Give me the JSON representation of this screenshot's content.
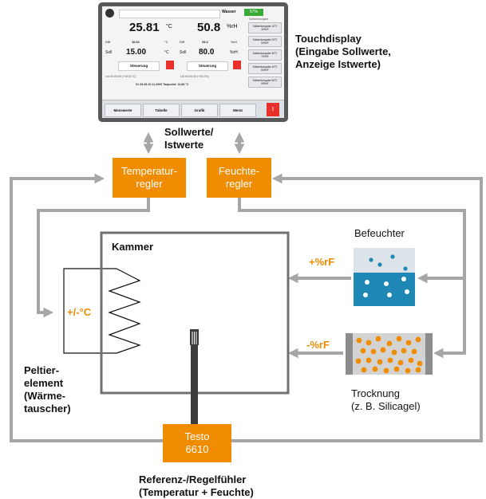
{
  "display": {
    "status_label": "Wasser",
    "status_value": "57%",
    "temp": {
      "value": "25.81",
      "unit": "°C",
      "diff_label": "Diff",
      "diff_value": "10.61",
      "diff_unit": "°C",
      "set_label": "Soll",
      "set_value": "15.00",
      "set_unit": "°C",
      "ctrl_label": "Steuerung",
      "extra": "Lfd  00:00:00   (+10.61°C)"
    },
    "humid": {
      "value": "50.8",
      "unit": "%rH",
      "diff_label": "Diff",
      "diff_value": "29.2",
      "diff_unit": "%rH",
      "set_label": "Soll",
      "set_value": "80.0",
      "set_unit": "%rH",
      "ctrl_label": "Steuerung",
      "extra": "Lfd  00:00:00   (+29.2%)"
    },
    "footer_line": "01:33:38  20.11.2009  Taupunkt: 14.88 °C",
    "side_header": "Sollwertvorgabe",
    "side_buttons": [
      "Sollwertvorgabe 10°C 30%rF",
      "Sollwertvorgabe 20°C 50%rF",
      "Sollwertvorgabe 30°C 70%rF",
      "Sollwertvorgabe 40°C 80%rF",
      "Sollwertvorgabe 50°C 90%rF"
    ],
    "tabs": [
      "Messwerte",
      "Tabelle",
      "Grafik",
      "Menü"
    ],
    "stop_glyph": "!"
  },
  "labels": {
    "touchdisplay": [
      "Touchdisplay",
      "(Eingabe Sollwerte,",
      "Anzeige Istwerte)"
    ],
    "sollwerte": [
      "Sollwerte/",
      "Istwerte"
    ],
    "temp_regler": [
      "Temperatur-",
      "regler"
    ],
    "feuchte_regler": [
      "Feuchte-",
      "regler"
    ],
    "kammer": "Kammer",
    "befeuchter": "Befeuchter",
    "plus_rf": "+%rF",
    "minus_rf": "-%rF",
    "plus_minus_c": "+/-°C",
    "peltier": [
      "Peltier-",
      "element",
      "(Wärme-",
      "tauscher)"
    ],
    "trocknung": [
      "Trocknung",
      "(z. B. Silicagel)"
    ],
    "testo": [
      "Testo",
      "6610"
    ],
    "fuehler": [
      "Referenz-/Regelfühler",
      "(Temperatur + Feuchte)"
    ]
  },
  "colors": {
    "orange": "#f08c00",
    "arrow_gray": "#a6a6a6",
    "chamber_gray": "#707070",
    "water_blue": "#1e87b4",
    "box_light": "#cdd5db",
    "ok_green": "#3aa935",
    "alarm_red": "#e8312a"
  },
  "icons": {
    "power": "power-icon",
    "alarm": "alarm-icon"
  }
}
